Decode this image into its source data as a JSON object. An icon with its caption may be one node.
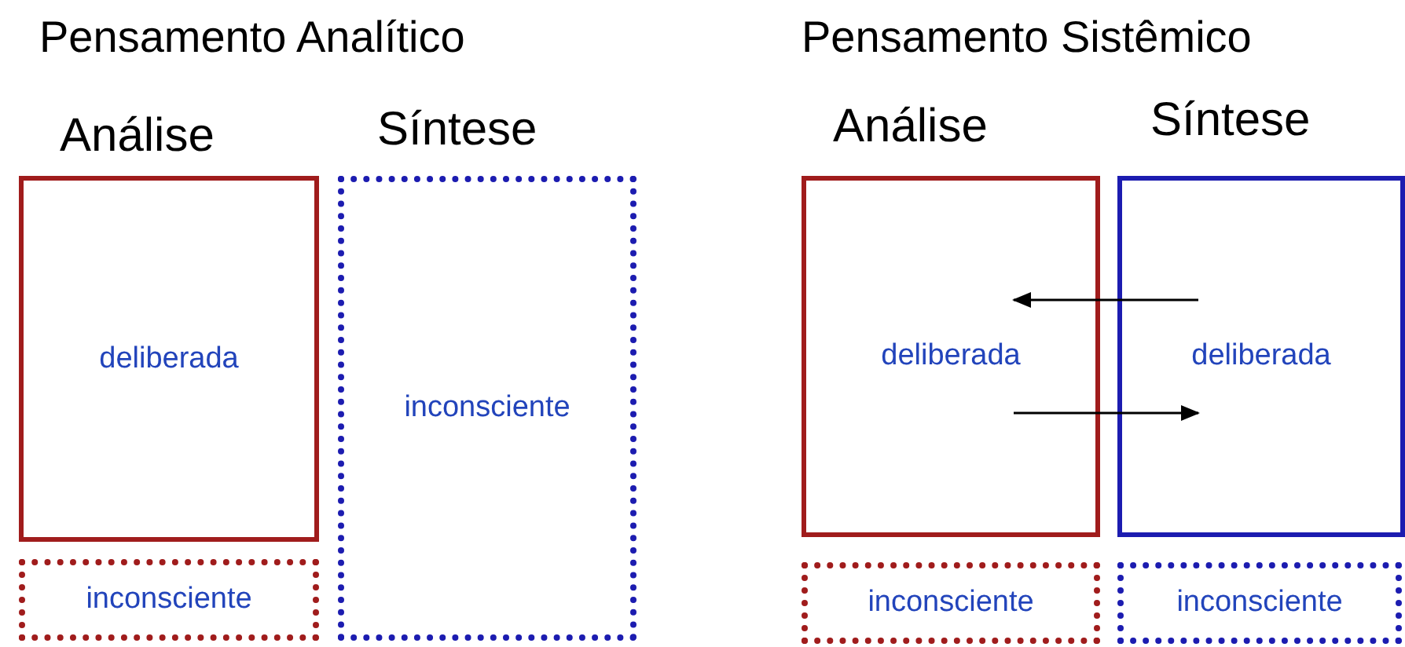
{
  "diagram": {
    "nodes": [
      {
        "text": [
          "deliberada"
        ]
      },
      {
        "text": [
          "inconsciente"
        ]
      },
      {
        "text": [
          "inconsciente"
        ]
      },
      {
        "text": [
          "deliberada"
        ]
      },
      {
        "text": [
          "deliberada"
        ]
      },
      {
        "text": [
          "inconsciente"
        ]
      },
      {
        "text": [
          "inconsciente"
        ]
      }
    ],
    "edges": [
      {
        "from": 4,
        "to": 3,
        "arrow": "to"
      },
      {
        "from": 3,
        "to": 4,
        "arrow": "to"
      }
    ],
    "labels": [
      "Pensamento Analítico",
      "Análise",
      "Síntese",
      "Pensamento Sistêmico",
      "Análise",
      "Síntese"
    ]
  }
}
